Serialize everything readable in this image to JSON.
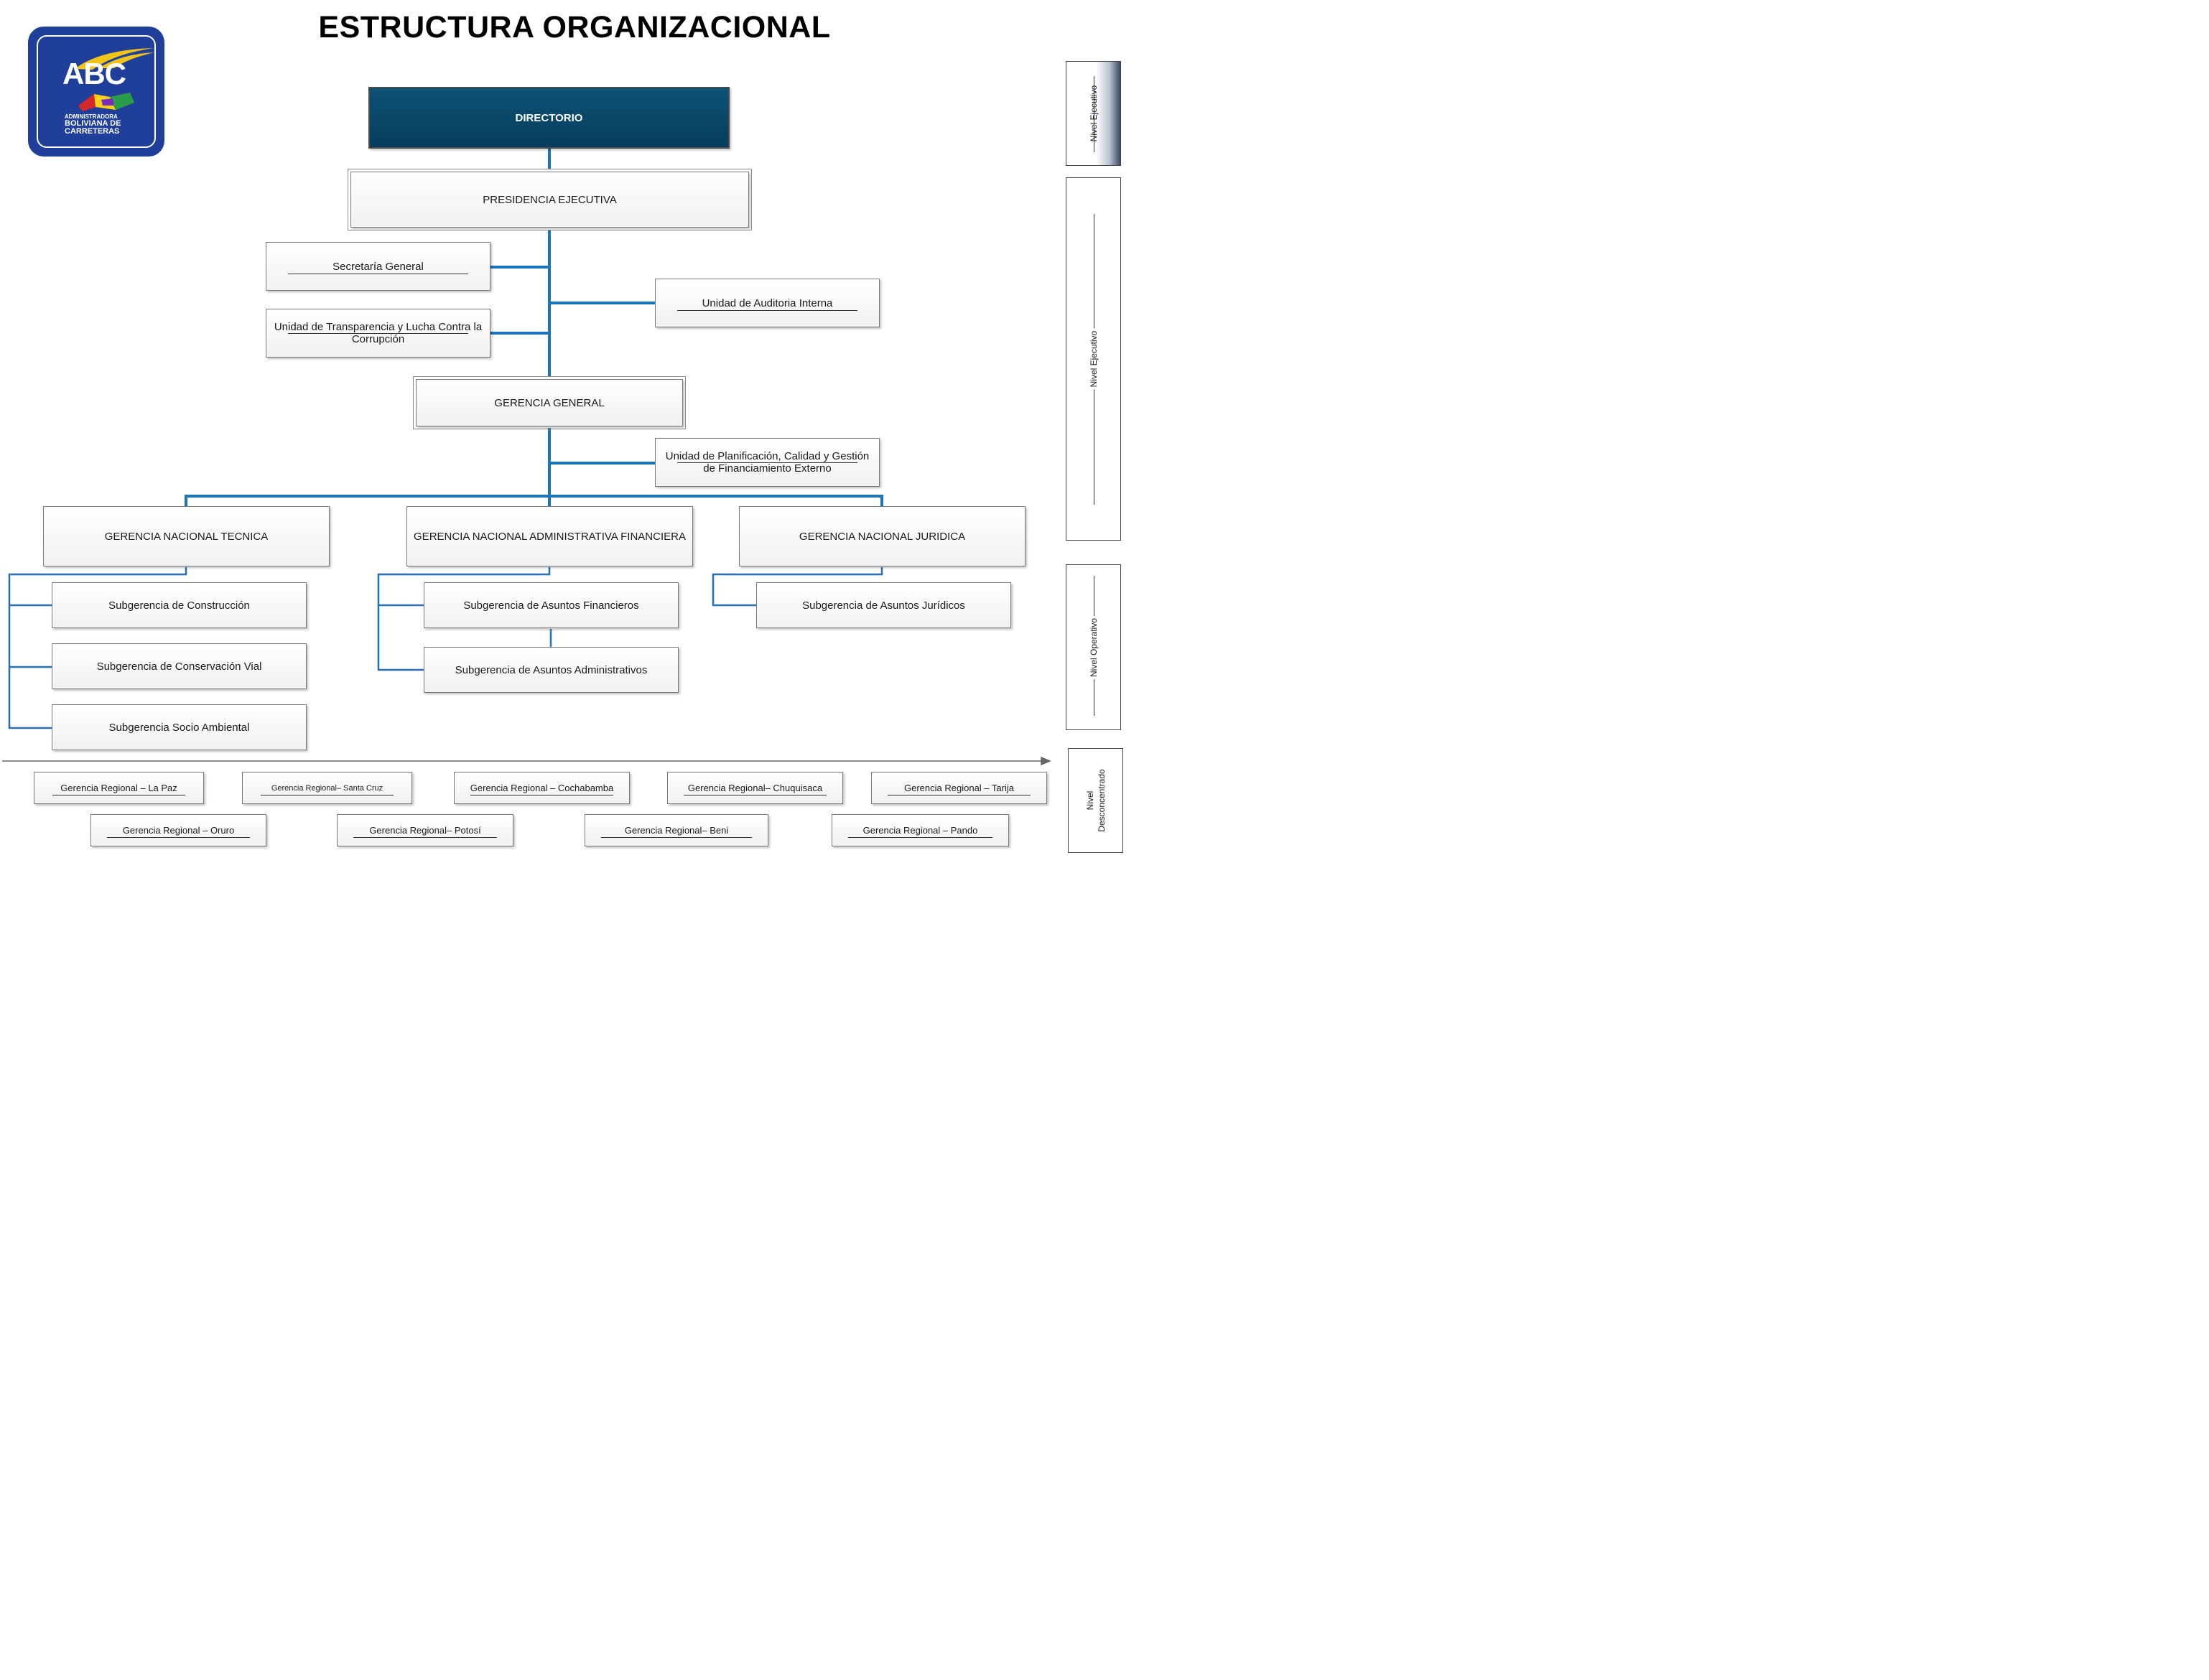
{
  "title": "ESTRUCTURA ORGANIZACIONAL",
  "logo": {
    "abbr": "ABC",
    "line1": "ADMINISTRADORA",
    "line2": "BOLIVIANA DE",
    "line3": "CARRETERAS"
  },
  "nodes": {
    "directorio": "DIRECTORIO",
    "presidencia": "PRESIDENCIA EJECUTIVA",
    "secretaria": "Secretaría General",
    "transparencia": "Unidad de Transparencia y Lucha Contra la Corrupción",
    "auditoria": "Unidad de Auditoria Interna",
    "gerencia_general": "GERENCIA GENERAL",
    "planificacion": "Unidad de Planificación, Calidad y  Gestión de Financiamiento Externo",
    "gn_tecnica": "GERENCIA NACIONAL TECNICA",
    "gn_administrativa": "GERENCIA NACIONAL ADMINISTRATIVA FINANCIERA",
    "gn_juridica": "GERENCIA NACIONAL JURIDICA",
    "sub_construccion": "Subgerencia de Construcción",
    "sub_conservacion": "Subgerencia de Conservación Vial",
    "sub_socio": "Subgerencia Socio Ambiental",
    "sub_financieros": "Subgerencia de Asuntos Financieros",
    "sub_administrativos": "Subgerencia de Asuntos Administrativos",
    "sub_juridicos": "Subgerencia de Asuntos Jurídicos"
  },
  "regionales_row1": [
    "Gerencia Regional – La Paz",
    "Gerencia Regional– Santa Cruz",
    "Gerencia Regional – Cochabamba",
    "Gerencia Regional– Chuquisaca",
    "Gerencia Regional – Tarija"
  ],
  "regionales_row2": [
    "Gerencia Regional – Oruro",
    "Gerencia Regional– Potosí",
    "Gerencia Regional– Beni",
    "Gerencia Regional – Pando"
  ],
  "levels": {
    "ejecutivo_1": "Nivel Ejecutivo",
    "ejecutivo_2": "Nivel Ejecutivo",
    "operativo": "Nivel Operativo",
    "desconcentrado_a": "Nivel",
    "desconcentrado_b": "Desconcentrado"
  },
  "colors": {
    "connector": "#1b75bc",
    "connector_thin": "#2a6fb0",
    "directorio_fill": "#0a4a6c",
    "logo_blue": "#1f3f9a"
  }
}
